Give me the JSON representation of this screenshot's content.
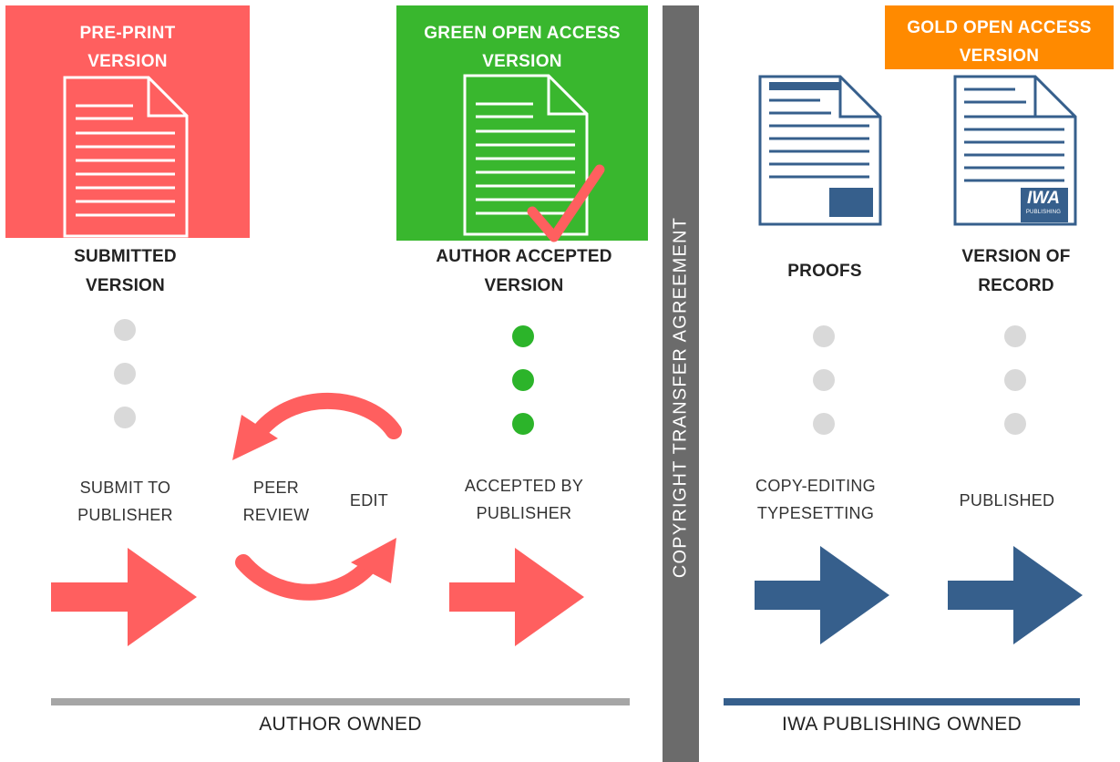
{
  "colors": {
    "author_red": "#ff5f5f",
    "green": "#39b72e",
    "gold": "#ff8a00",
    "navy": "#365f8c",
    "gray_dot": "#d9d9d9",
    "green_dot": "#2cb42a",
    "divider": "#6b6b6b",
    "author_bar": "#a6a6a6",
    "iwa_bar": "#365f8c"
  },
  "boxes": {
    "preprint": "PRE-PRINT\nVERSION",
    "green_oa": "GREEN OPEN ACCESS\nVERSION",
    "gold_oa": "GOLD OPEN ACCESS\nVERSION"
  },
  "headings": {
    "submitted": "SUBMITTED\nVERSION",
    "author_accepted": "AUTHOR ACCEPTED\nVERSION",
    "proofs": "PROOFS",
    "version_of_record": "VERSION OF\nRECORD"
  },
  "steps": {
    "submit": "SUBMIT TO\nPUBLISHER",
    "peer_review": "PEER\nREVIEW",
    "edit": "EDIT",
    "accepted": "ACCEPTED BY\nPUBLISHER",
    "copyediting": "COPY-EDITING\nTYPESETTING",
    "published": "PUBLISHED"
  },
  "divider_label": "COPYRIGHT TRANSFER AGREEMENT",
  "footers": {
    "author_owned": "AUTHOR OWNED",
    "iwa_owned": "IWA PUBLISHING OWNED"
  },
  "logo_text": {
    "main": "IWA",
    "sub": "PUBLISHING"
  },
  "icons": {
    "document": "document-icon",
    "checkmark": "checkmark-icon",
    "arrow": "arrow-right-icon",
    "cycle": "cycle-arrows-icon"
  }
}
